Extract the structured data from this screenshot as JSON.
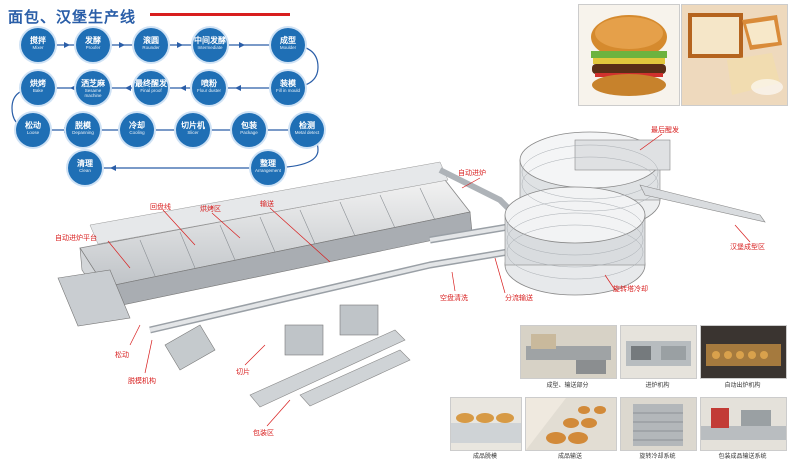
{
  "title": "面包、汉堡生产线",
  "colors": {
    "node": "#1f6fb5",
    "accent": "#d81e1e",
    "line": "#2a5ea8"
  },
  "process": [
    {
      "cn": "搅拌",
      "en": "Mixer"
    },
    {
      "cn": "发酵",
      "en": "Proofer"
    },
    {
      "cn": "滚圆",
      "en": "Rounder"
    },
    {
      "cn": "中间发酵",
      "en": "Intermediate"
    },
    {
      "cn": "成型",
      "en": "Moulder"
    },
    {
      "cn": "装模",
      "en": "Fill in mould"
    },
    {
      "cn": "喷粉",
      "en": "Flour duster"
    },
    {
      "cn": "最终醒发",
      "en": "Final proof"
    },
    {
      "cn": "洒芝麻",
      "en": "Sesame machine"
    },
    {
      "cn": "烘烤",
      "en": "Bake"
    },
    {
      "cn": "松动",
      "en": "Loose"
    },
    {
      "cn": "脱模",
      "en": "Depanning"
    },
    {
      "cn": "冷却",
      "en": "Cooling"
    },
    {
      "cn": "切片机",
      "en": "Slicer"
    },
    {
      "cn": "包装",
      "en": "Package"
    },
    {
      "cn": "检测",
      "en": "Metal detect"
    },
    {
      "cn": "整理",
      "en": "Arrangement"
    },
    {
      "cn": "清理",
      "en": "Clean"
    }
  ],
  "labels": {
    "final_proof": "最后醒发",
    "auto_oven_in": "自动进炉",
    "return_line": "回盘线",
    "oven_zone": "烘烤区",
    "conveyor": "输送",
    "auto_oven_platform": "自动进炉平台",
    "burger_forming": "汉堡成型区",
    "empty_tray_clean": "空盘清洗",
    "split_conveyor": "分流输送",
    "spiral_cooling": "旋转塔冷却",
    "loose": "松动",
    "depanning_mechanism": "脱模机构",
    "slice": "切片",
    "packing_zone": "包装区"
  },
  "photos": {
    "row1": [
      "成型、输送部分",
      "进炉机构",
      "自动出炉机构"
    ],
    "row2": [
      "成品脱模",
      "成品输送",
      "旋转冷却系统",
      "包装成品输送系统"
    ]
  }
}
